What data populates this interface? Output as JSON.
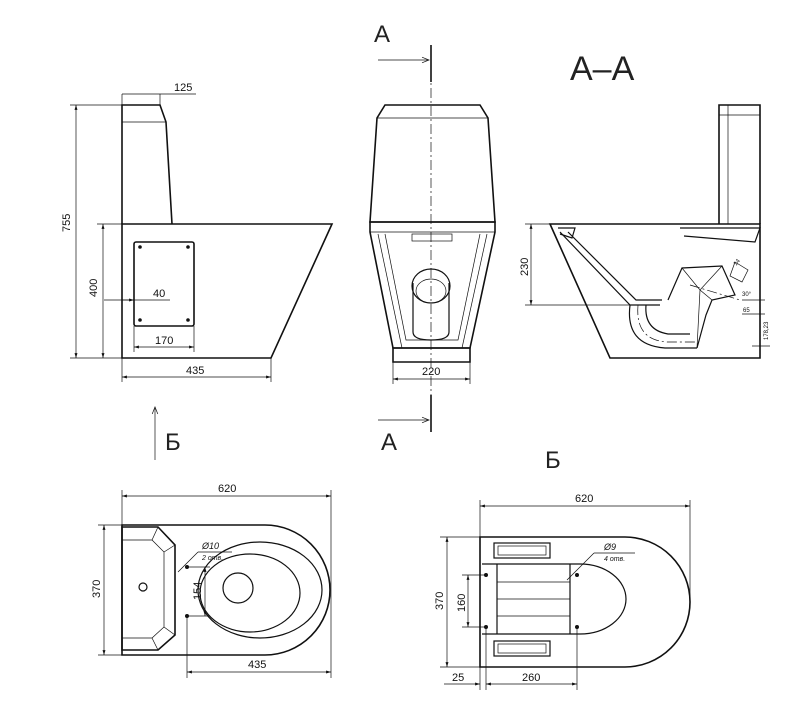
{
  "section_labels": {
    "section_top": "A",
    "section_bottom": "A",
    "section_title": "A–A",
    "view_arrow": "Б",
    "view_title": "Б"
  },
  "side_view": {
    "dim_tank_width": "125",
    "dim_height_total": "755",
    "dim_height_bowl": "400",
    "dim_hatch_offset": "40",
    "dim_hatch_width": "170",
    "dim_base_length": "435"
  },
  "front_view": {
    "dim_base_width": "220"
  },
  "section_view": {
    "dim_height": "230",
    "dim_small_1": "14",
    "dim_small_2": "30°",
    "dim_small_3": "65",
    "dim_small_4": "178,23"
  },
  "top_view": {
    "dim_length": "620",
    "dim_width": "370",
    "dim_holes_spacing": "154",
    "dim_holes_offset": "435",
    "hole_dia": "Ø10",
    "hole_count": "2 отв."
  },
  "bottom_view": {
    "dim_length": "620",
    "dim_width": "370",
    "dim_holes_spacing": "160",
    "dim_edge": "25",
    "dim_holes_offset": "260",
    "hole_dia": "Ø9",
    "hole_count": "4 отв."
  }
}
